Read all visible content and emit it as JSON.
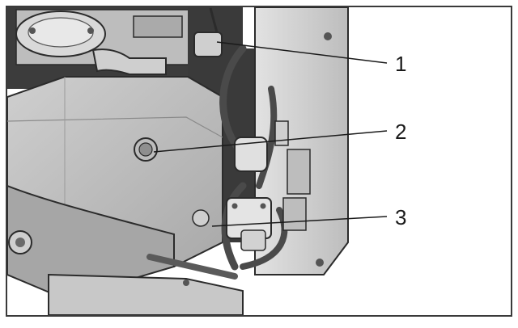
{
  "figure": {
    "callouts": [
      {
        "label": "1"
      },
      {
        "label": "2"
      },
      {
        "label": "3"
      }
    ]
  },
  "colors": {
    "frame": "#3a3a3a",
    "background": "#ffffff",
    "metal_light": "#d8d8d8",
    "metal_mid": "#bcbcbc",
    "metal_dark": "#8a8a8a",
    "hose": "#4a4a4a",
    "outline": "#2b2b2b"
  }
}
